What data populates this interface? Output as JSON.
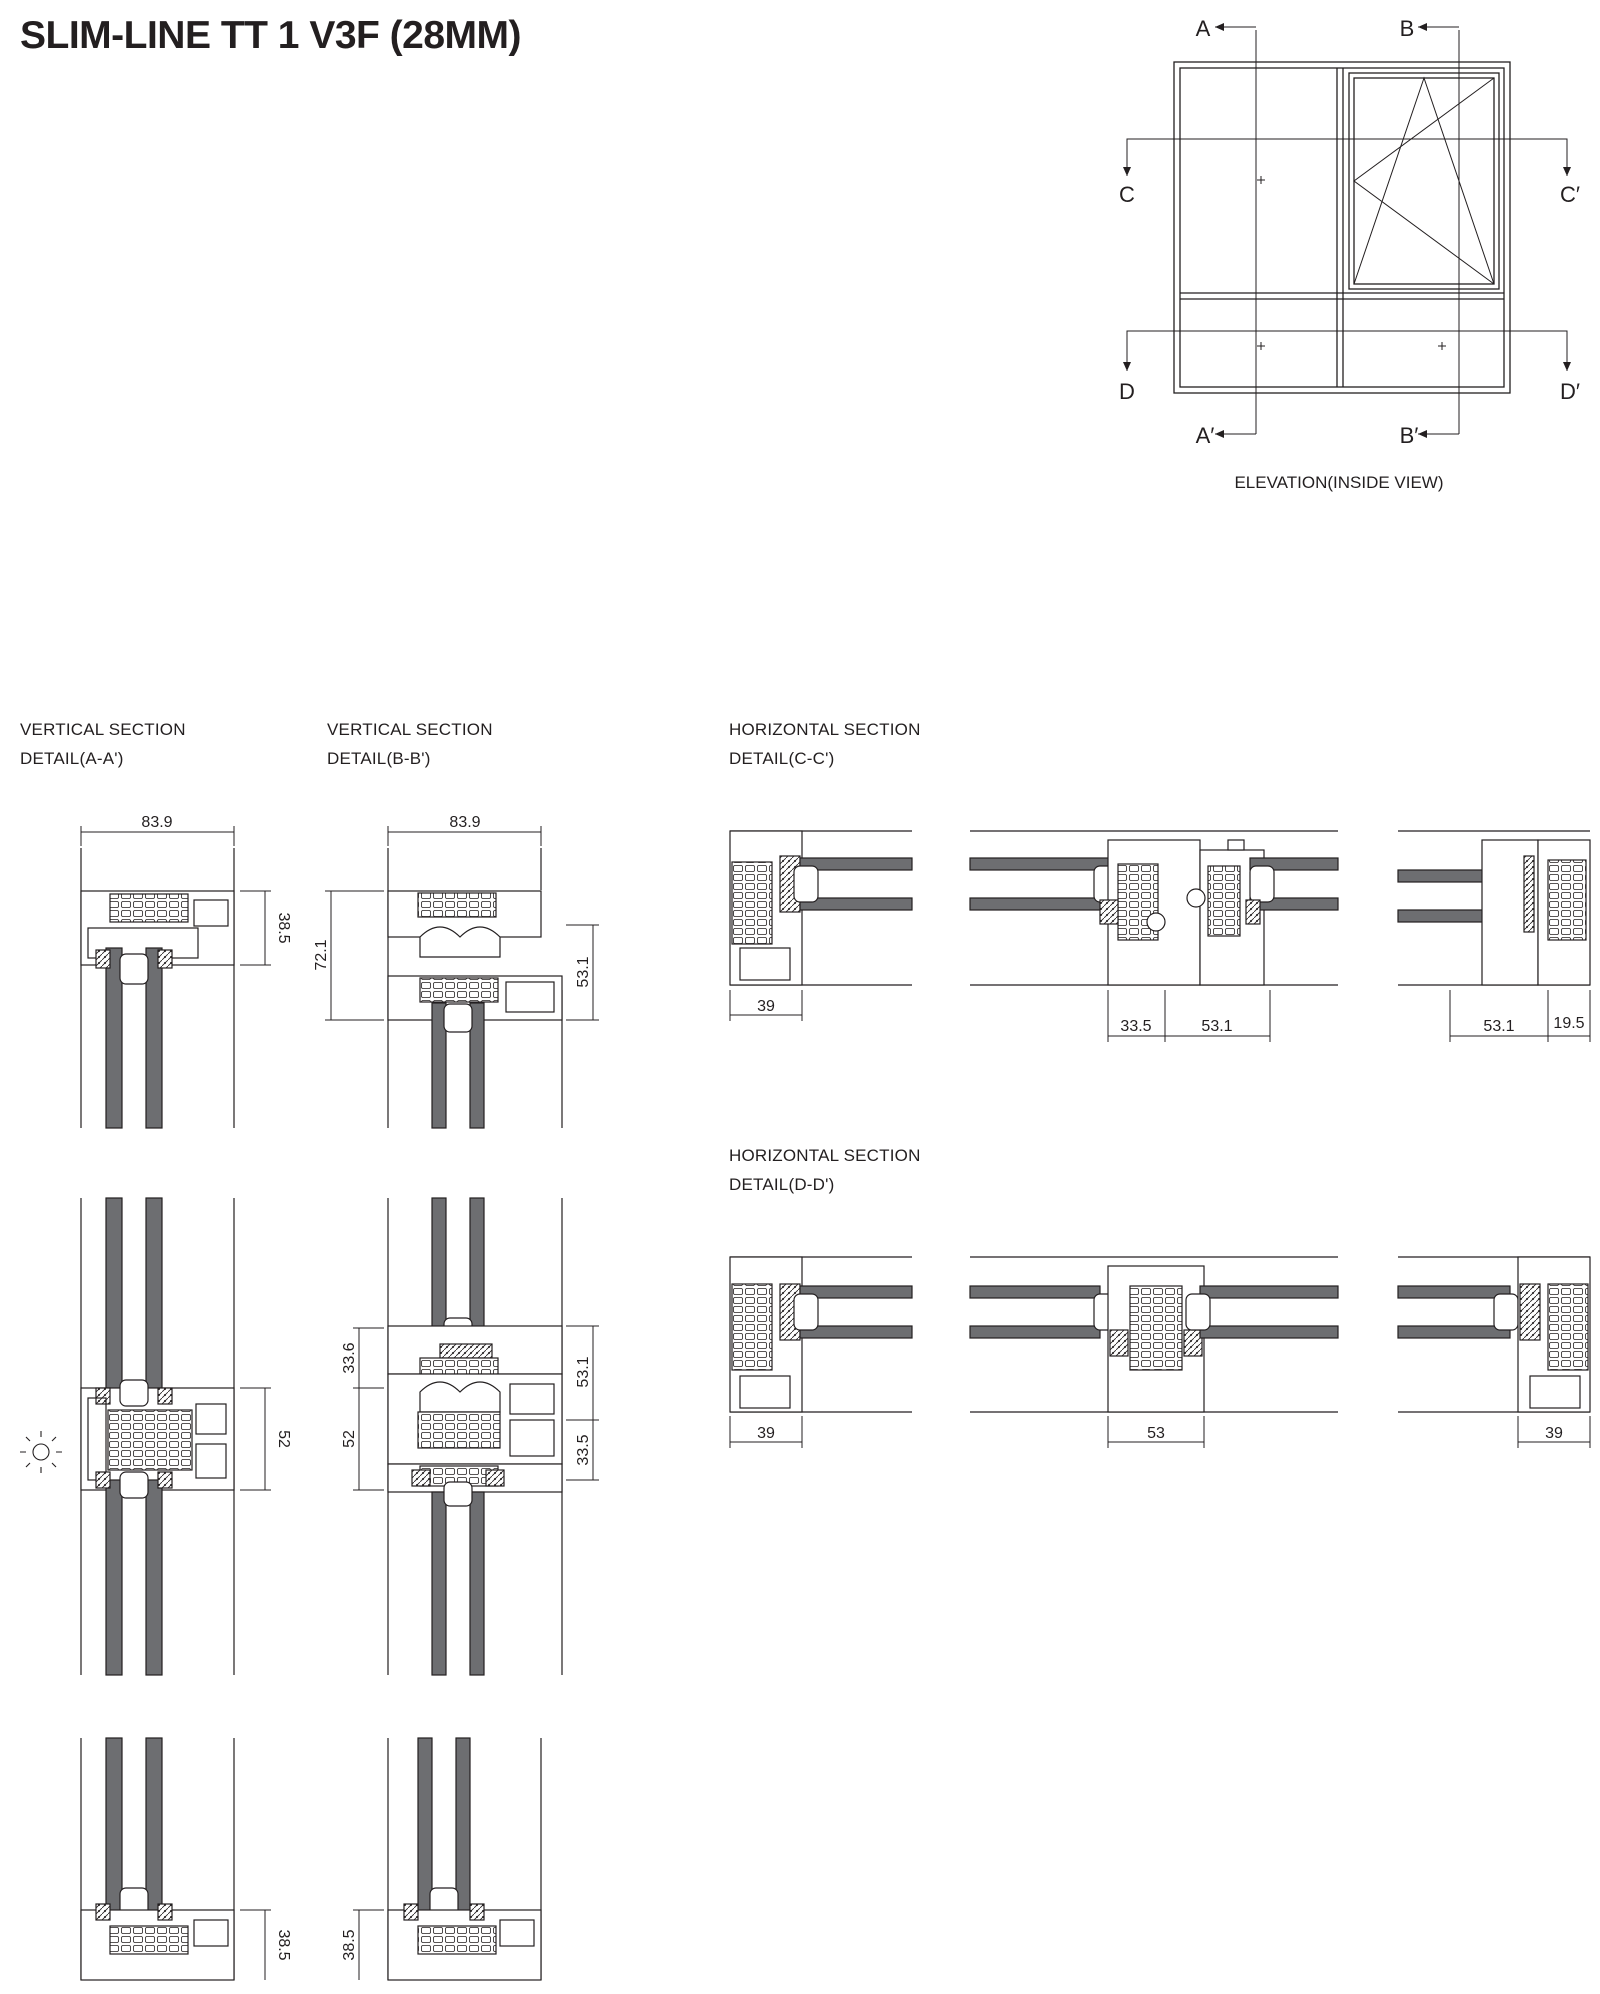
{
  "title": "SLIM-LINE TT 1 V3F (28MM)",
  "elevation": {
    "caption": "ELEVATION(INSIDE VIEW)",
    "markers": {
      "a": "A",
      "a_prime": "A′",
      "b": "B",
      "b_prime": "B′",
      "c": "C",
      "c_prime": "C′",
      "d": "D",
      "d_prime": "D′"
    }
  },
  "sections": {
    "vertical_aa": {
      "line1": "VERTICAL SECTION",
      "line2": "DETAIL(A-A')"
    },
    "vertical_bb": {
      "line1": "VERTICAL SECTION",
      "line2": "DETAIL(B-B')"
    },
    "horizontal_cc": {
      "line1": "HORIZONTAL SECTION",
      "line2": "DETAIL(C-C')"
    },
    "horizontal_dd": {
      "line1": "HORIZONTAL SECTION",
      "line2": "DETAIL(D-D')"
    }
  },
  "dimensions": {
    "aa_width": "83.9",
    "aa_top": "38.5",
    "aa_mid": "52",
    "aa_bottom": "38.5",
    "bb_width": "83.9",
    "bb_top_left": "72.1",
    "bb_top_right": "53.1",
    "bb_mid_left_upper": "33.6",
    "bb_mid_left_lower": "52",
    "bb_mid_right_upper": "53.1",
    "bb_mid_right_lower": "33.5",
    "bb_bottom": "38.5",
    "cc_left": "39",
    "cc_mid_a": "33.5",
    "cc_mid_b": "53.1",
    "cc_right_a": "53.1",
    "cc_right_b": "19.5",
    "dd_left": "39",
    "dd_mid": "53",
    "dd_right": "39"
  },
  "icons": {
    "exterior": "sun-icon"
  }
}
